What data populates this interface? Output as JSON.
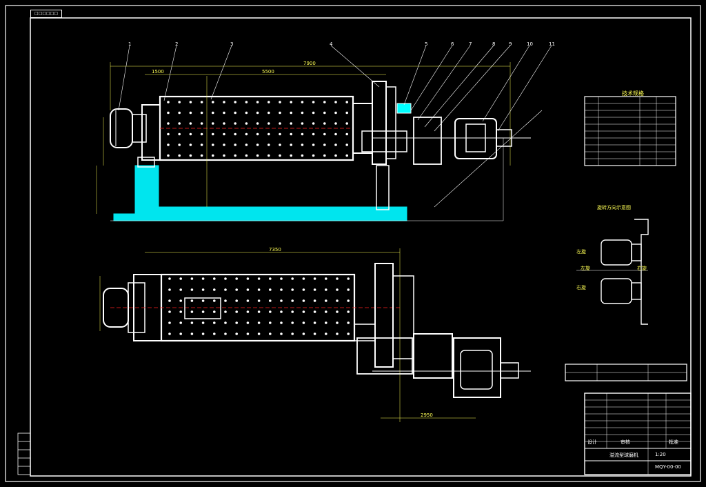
{
  "drawing": {
    "sheet_tag": "□□□□□□",
    "balloons": [
      "1",
      "2",
      "3",
      "4",
      "5",
      "6",
      "7",
      "8",
      "9",
      "10",
      "11"
    ],
    "dimensions": {
      "top_overall": "7900",
      "top_inner": "5500",
      "top_left": "1500",
      "plan_overall": "7350",
      "plan_right": "2950"
    },
    "tech_table": {
      "title": "技术规格",
      "rows": 8
    },
    "rotation_diagram": {
      "title": "旋转方向示意图",
      "labels": [
        "左旋",
        "右旋",
        "左旋",
        "右旋"
      ]
    },
    "title_block": {
      "name": "溢流型球磨机",
      "drawing_no": "MQY-00-00",
      "scale": "1:20",
      "designer": "设计",
      "checker": "审核",
      "approver": "批准"
    }
  },
  "colors": {
    "background": "#000000",
    "line": "#ffffff",
    "foundation": "#00e5ee",
    "centerline": "#ff2020",
    "dimension": "#ffff55",
    "detail": "#00ffff"
  }
}
